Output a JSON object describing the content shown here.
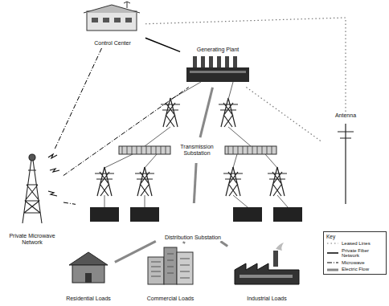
{
  "diagram": {
    "nodes": [
      {
        "text": [
          "Control Center"
        ]
      },
      {
        "text": [
          "Generating Plant"
        ]
      },
      {
        "text": [
          "Private Microwave Network"
        ]
      },
      {
        "text": [
          "Antenna"
        ]
      },
      {
        "text": [
          "Transmission Substation"
        ]
      },
      {
        "text": [
          "Distribution Substation"
        ]
      },
      {
        "text": [
          "Residential Loads"
        ]
      },
      {
        "text": [
          "Commercial Loads"
        ]
      },
      {
        "text": [
          "Industrial Loads"
        ]
      }
    ],
    "edges": [
      {
        "from": 0,
        "to": 1,
        "arrow": "none"
      },
      {
        "from": 1,
        "to": 4,
        "arrow": "none"
      },
      {
        "from": 4,
        "to": 5,
        "arrow": "none"
      },
      {
        "from": 5,
        "to": 6,
        "arrow": "none"
      },
      {
        "from": 5,
        "to": 7,
        "arrow": "none"
      },
      {
        "from": 5,
        "to": 8,
        "arrow": "none"
      },
      {
        "from": 2,
        "to": 0,
        "arrow": "none"
      },
      {
        "from": 2,
        "to": 1,
        "arrow": "none"
      },
      {
        "from": 2,
        "to": 5,
        "arrow": "none"
      },
      {
        "from": 0,
        "to": 3,
        "arrow": "none"
      },
      {
        "from": 1,
        "to": 3,
        "arrow": "none"
      }
    ],
    "labels": [
      "Key"
    ],
    "legend": [
      {
        "text": "Leased Lines"
      },
      {
        "text": "Private Fiber Network"
      },
      {
        "text": "Microwave"
      },
      {
        "text": "Electric Flow"
      }
    ]
  }
}
